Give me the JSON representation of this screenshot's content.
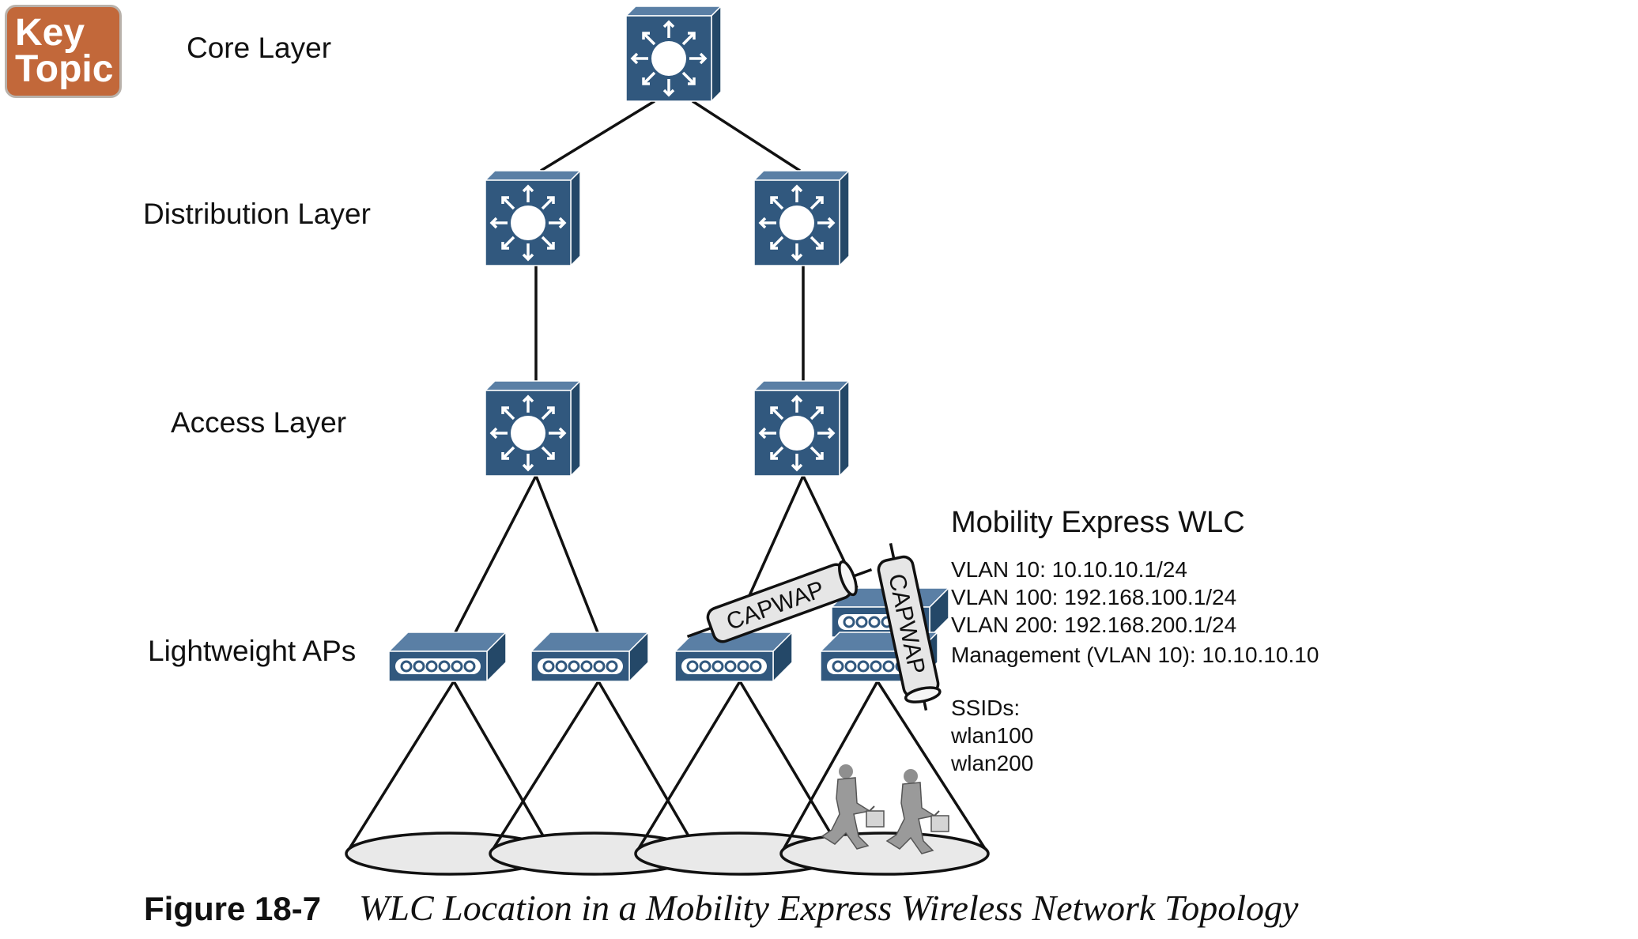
{
  "badge": {
    "line1": "Key",
    "line2": "Topic"
  },
  "layers": {
    "core": "Core Layer",
    "distribution": "Distribution Layer",
    "access": "Access Layer",
    "aps": "Lightweight APs"
  },
  "tunnels": {
    "left": "CAPWAP",
    "right": "CAPWAP"
  },
  "wlc": {
    "title": "Mobility Express WLC",
    "vlans": [
      "VLAN 10: 10.10.10.1/24",
      "VLAN 100: 192.168.100.1/24",
      "VLAN 200: 192.168.200.1/24",
      "Management (VLAN 10): 10.10.10.10"
    ],
    "ssids_label": "SSIDs:",
    "ssids": [
      "wlan100",
      "wlan200"
    ]
  },
  "caption": {
    "number": "Figure 18-7",
    "text": "WLC Location in a Mobility Express Wireless Network Topology"
  },
  "colors": {
    "device": "#31587e",
    "device_side": "#244868",
    "badge": "#c2683a",
    "coverage": "#e9e9e9"
  },
  "icons": {
    "switch": "multilayer-switch-icon",
    "ap": "access-point-icon",
    "user": "running-user-icon"
  }
}
